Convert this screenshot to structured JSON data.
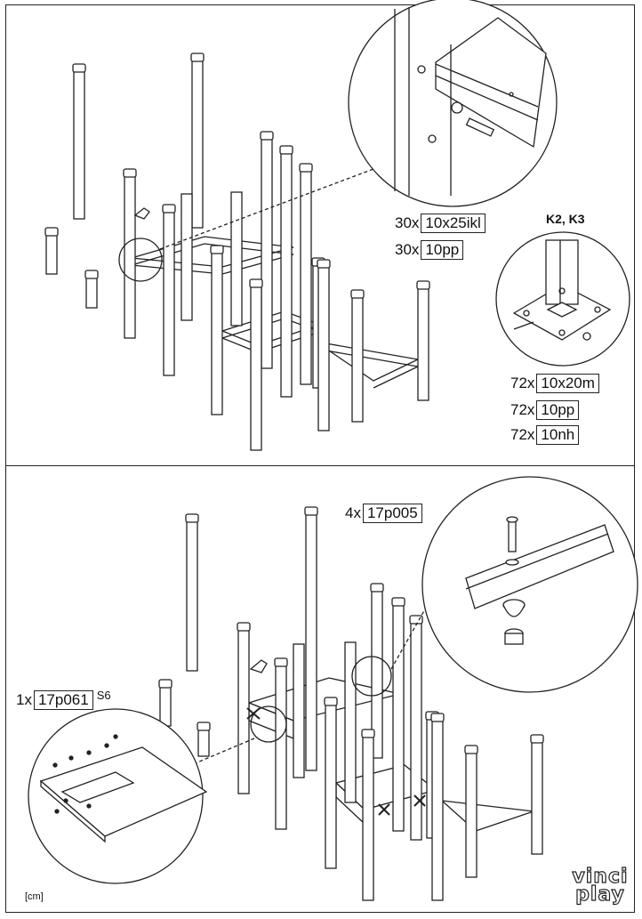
{
  "step1": {
    "callouts": [
      {
        "qty": "30x",
        "code": "10x25ikl"
      },
      {
        "qty": "30x",
        "code": "10pp"
      }
    ],
    "detail_label": "K2, K3",
    "detail_callouts": [
      {
        "qty": "72x",
        "code": "10x20m"
      },
      {
        "qty": "72x",
        "code": "10pp"
      },
      {
        "qty": "72x",
        "code": "10nh"
      }
    ]
  },
  "step2": {
    "callout": {
      "qty": "4x",
      "code": "17p005"
    },
    "panel_callout": {
      "qty": "1x",
      "code": "17p061",
      "ref": "S6"
    }
  },
  "unit_label": "[cm]",
  "brand": {
    "line1": "vinci",
    "line2": "play"
  },
  "colors": {
    "line": "#222222",
    "background": "#ffffff"
  }
}
